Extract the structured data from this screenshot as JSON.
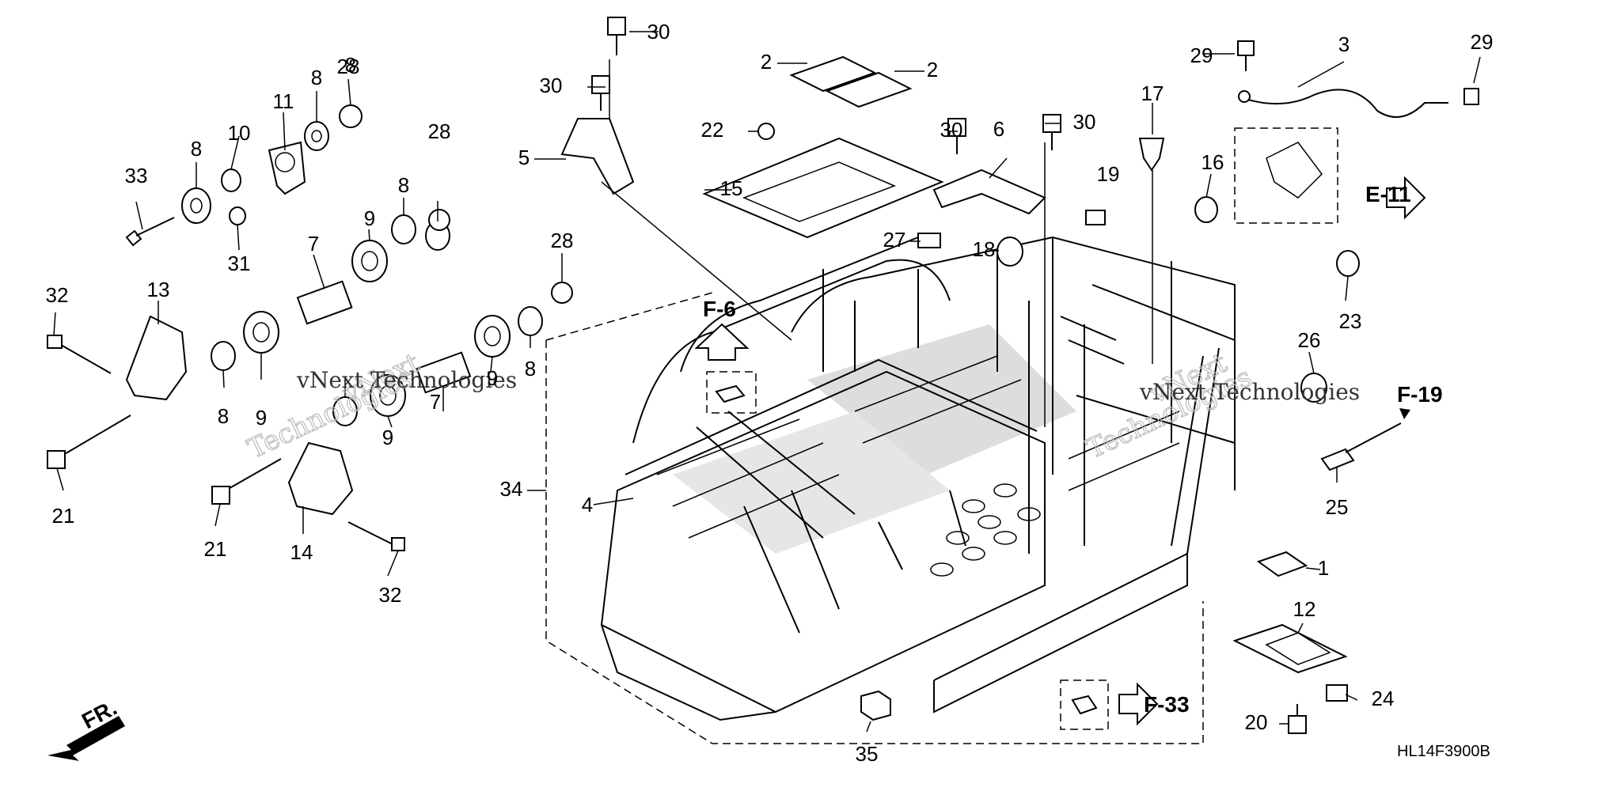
{
  "diagram": {
    "code": "HL14F3900B",
    "front_marker": "FR.",
    "watermark": [
      "vNext",
      "Technologies"
    ],
    "callouts": [
      {
        "n": "1"
      },
      {
        "n": "2"
      },
      {
        "n": "2"
      },
      {
        "n": "3"
      },
      {
        "n": "4"
      },
      {
        "n": "5"
      },
      {
        "n": "6"
      },
      {
        "n": "7"
      },
      {
        "n": "7"
      },
      {
        "n": "8"
      },
      {
        "n": "8"
      },
      {
        "n": "8"
      },
      {
        "n": "8"
      },
      {
        "n": "8"
      },
      {
        "n": "8"
      },
      {
        "n": "9"
      },
      {
        "n": "9"
      },
      {
        "n": "9"
      },
      {
        "n": "9"
      },
      {
        "n": "10"
      },
      {
        "n": "11"
      },
      {
        "n": "12"
      },
      {
        "n": "13"
      },
      {
        "n": "14"
      },
      {
        "n": "15"
      },
      {
        "n": "16"
      },
      {
        "n": "17"
      },
      {
        "n": "18"
      },
      {
        "n": "19"
      },
      {
        "n": "20"
      },
      {
        "n": "21"
      },
      {
        "n": "21"
      },
      {
        "n": "22"
      },
      {
        "n": "23"
      },
      {
        "n": "24"
      },
      {
        "n": "25"
      },
      {
        "n": "26"
      },
      {
        "n": "27"
      },
      {
        "n": "28"
      },
      {
        "n": "28"
      },
      {
        "n": "28"
      },
      {
        "n": "29"
      },
      {
        "n": "29"
      },
      {
        "n": "30"
      },
      {
        "n": "30"
      },
      {
        "n": "30"
      },
      {
        "n": "30"
      },
      {
        "n": "31"
      },
      {
        "n": "32"
      },
      {
        "n": "32"
      },
      {
        "n": "33"
      },
      {
        "n": "34"
      },
      {
        "n": "35"
      }
    ],
    "section_refs": [
      "E-11",
      "F-6",
      "F-19",
      "F-33"
    ]
  }
}
